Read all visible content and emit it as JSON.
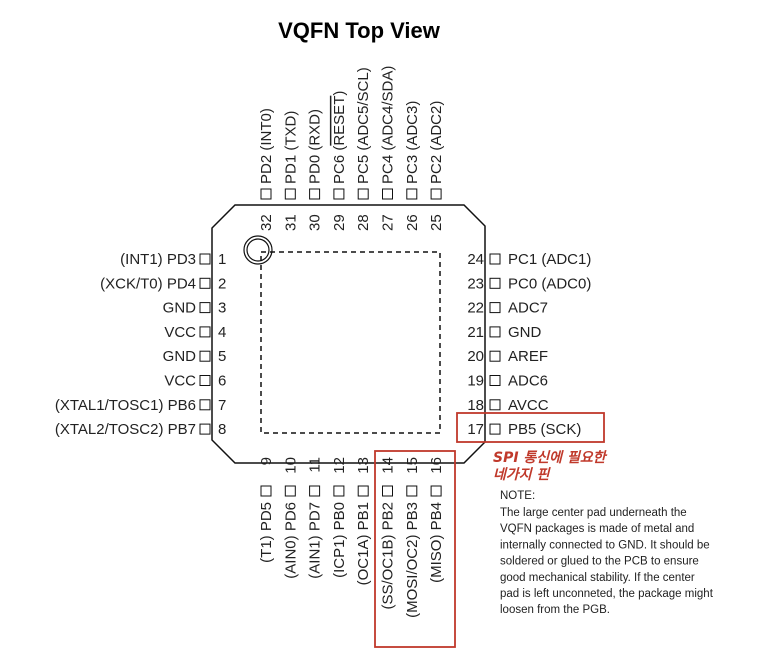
{
  "title": "VQFN Top View",
  "pins_left": [
    {
      "num": "1",
      "label": "(INT1) PD3"
    },
    {
      "num": "2",
      "label": "(XCK/T0) PD4"
    },
    {
      "num": "3",
      "label": "GND"
    },
    {
      "num": "4",
      "label": "VCC"
    },
    {
      "num": "5",
      "label": "GND"
    },
    {
      "num": "6",
      "label": "VCC"
    },
    {
      "num": "7",
      "label": "(XTAL1/TOSC1) PB6"
    },
    {
      "num": "8",
      "label": "(XTAL2/TOSC2) PB7"
    }
  ],
  "pins_right": [
    {
      "num": "24",
      "label": "PC1 (ADC1)"
    },
    {
      "num": "23",
      "label": "PC0 (ADC0)"
    },
    {
      "num": "22",
      "label": "ADC7"
    },
    {
      "num": "21",
      "label": "GND"
    },
    {
      "num": "20",
      "label": "AREF"
    },
    {
      "num": "19",
      "label": "ADC6"
    },
    {
      "num": "18",
      "label": "AVCC"
    },
    {
      "num": "17",
      "label": "PB5 (SCK)"
    }
  ],
  "pins_top": [
    {
      "num": "32",
      "label": "PD2 (INT0)"
    },
    {
      "num": "31",
      "label": "PD1 (TXD)"
    },
    {
      "num": "30",
      "label": "PD0 (RXD)"
    },
    {
      "num": "29",
      "label": "PC6 (RESET)",
      "overline": "RESET"
    },
    {
      "num": "28",
      "label": "PC5 (ADC5/SCL)"
    },
    {
      "num": "27",
      "label": "PC4 (ADC4/SDA)"
    },
    {
      "num": "26",
      "label": "PC3 (ADC3)"
    },
    {
      "num": "25",
      "label": "PC2 (ADC2)"
    }
  ],
  "pins_bottom": [
    {
      "num": "9",
      "label": "(T1) PD5"
    },
    {
      "num": "10",
      "label": "(AIN0) PD6"
    },
    {
      "num": "11",
      "label": "(AIN1) PD7"
    },
    {
      "num": "12",
      "label": "(ICP1) PB0"
    },
    {
      "num": "13",
      "label": "(OC1A) PB1"
    },
    {
      "num": "14",
      "label": "(SS/OC1B) PB2"
    },
    {
      "num": "15",
      "label": "(MOSI/OC2) PB3"
    },
    {
      "num": "16",
      "label": "(MISO) PB4"
    }
  ],
  "annotation": {
    "line1": "SPI 통신에 필요한",
    "line2": "네가지 핀",
    "color": "#c0392b"
  },
  "note": {
    "heading": "NOTE:",
    "lines": [
      "The large center pad underneath the",
      "VQFN packages is made of metal and",
      "internally connected to GND. It should be",
      "soldered or glued to the PCB to ensure",
      "good mechanical stability. If the center",
      "pad is left unconneted, the package might",
      "loosen from the PGB."
    ]
  }
}
